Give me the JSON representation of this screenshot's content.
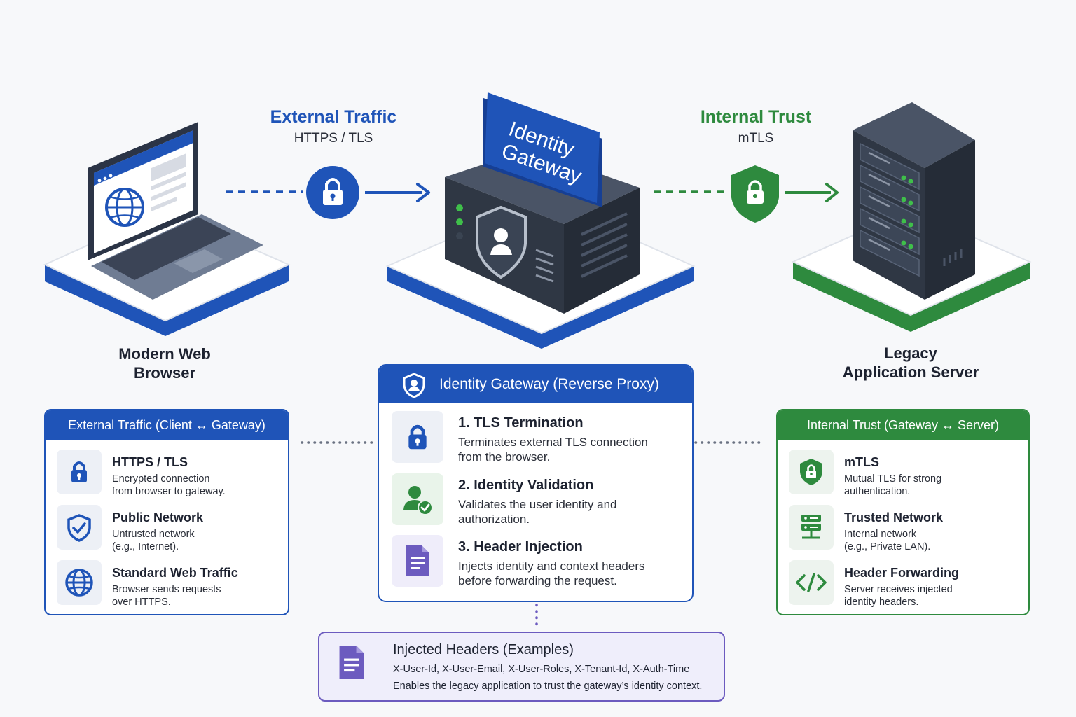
{
  "nodes": {
    "browser": {
      "label_line1": "Modern Web",
      "label_line2": "Browser",
      "icon": "laptop-icon"
    },
    "gateway": {
      "sign_line1": "Identity",
      "sign_line2": "Gateway",
      "icon": "gateway-box-icon"
    },
    "server": {
      "label_line1": "Legacy",
      "label_line2": "Application Server",
      "icon": "server-rack-icon"
    }
  },
  "flows": {
    "external": {
      "title": "External Traffic",
      "subtitle": "HTTPS / TLS",
      "icon": "lock-icon",
      "color": "#1f54b8"
    },
    "internal": {
      "title": "Internal Trust",
      "subtitle": "mTLS",
      "icon": "shield-lock-icon",
      "color": "#2e8a3e"
    }
  },
  "external_panel": {
    "title": "External Traffic (Client ↔ Gateway)",
    "items": [
      {
        "title": "HTTPS / TLS",
        "desc1": "Encrypted connection",
        "desc2": "from browser to gateway.",
        "icon": "lock-icon"
      },
      {
        "title": "Public Network",
        "desc1": "Untrusted network",
        "desc2": "(e.g., Internet).",
        "icon": "shield-check-icon"
      },
      {
        "title": "Standard Web Traffic",
        "desc1": "Browser sends requests",
        "desc2": "over HTTPS.",
        "icon": "globe-icon"
      }
    ]
  },
  "gateway_panel": {
    "title": "Identity Gateway (Reverse Proxy)",
    "items": [
      {
        "title": "1. TLS Termination",
        "desc1": "Terminates external TLS connection",
        "desc2": "from the browser.",
        "icon": "lock-icon"
      },
      {
        "title": "2. Identity Validation",
        "desc1": "Validates the user identity and",
        "desc2": "authorization.",
        "icon": "user-check-icon"
      },
      {
        "title": "3. Header Injection",
        "desc1": "Injects identity and context headers",
        "desc2": "before forwarding the request.",
        "icon": "document-icon"
      }
    ]
  },
  "internal_panel": {
    "title": "Internal Trust (Gateway ↔ Server)",
    "items": [
      {
        "title": "mTLS",
        "desc1": "Mutual TLS for strong",
        "desc2": "authentication.",
        "icon": "shield-lock-icon"
      },
      {
        "title": "Trusted Network",
        "desc1": "Internal network",
        "desc2": "(e.g., Private LAN).",
        "icon": "server-network-icon"
      },
      {
        "title": "Header Forwarding",
        "desc1": "Server receives injected",
        "desc2": "identity headers.",
        "icon": "code-icon"
      }
    ]
  },
  "headers_panel": {
    "title": "Injected Headers (Examples)",
    "line1": "X-User-Id, X-User-Email, X-User-Roles, X-Tenant-Id, X-Auth-Time",
    "line2": "Enables the legacy application to trust the gateway’s identity context.",
    "icon": "document-icon"
  },
  "colors": {
    "blue": "#1f54b8",
    "green": "#2e8a3e",
    "purple": "#6c5bbf",
    "dark": "#2f3744"
  }
}
